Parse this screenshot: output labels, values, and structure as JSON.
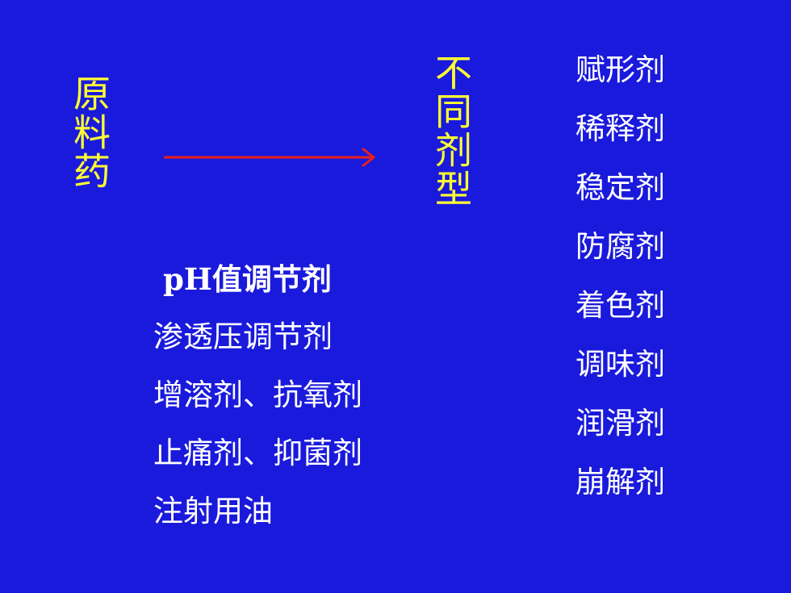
{
  "left_title": "原料药",
  "right_title": "不同剂型",
  "arrow_color": "#e8201c",
  "background_color": "#1a1adc",
  "title_color": "#ffff33",
  "text_color": "#ffffff",
  "right_list": [
    "赋形剂",
    "稀释剂",
    "稳定剂",
    "防腐剂",
    "着色剂",
    "调味剂",
    "润滑剂",
    "崩解剂"
  ],
  "bottom_list": [
    "pH值调节剂",
    "渗透压调节剂",
    "增溶剂、抗氧剂",
    "止痛剂、抑菌剂",
    "注射用油"
  ]
}
